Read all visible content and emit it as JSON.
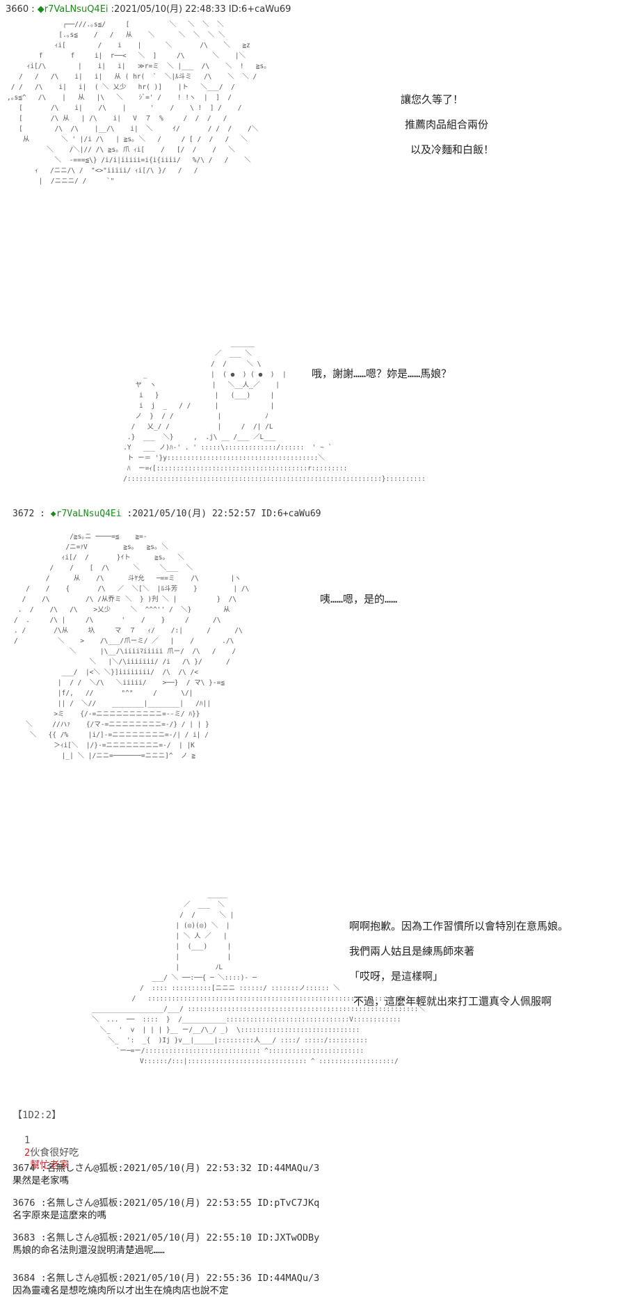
{
  "posts": [
    {
      "no": "3660",
      "name": "◆r7VaLNsuQ4Ei",
      "date": ":2021/05/10(月) 22:48:33 ID:6+caWu69"
    },
    {
      "no": "3672",
      "name": "◆r7VaLNsuQ4Ei",
      "date": ":2021/05/10(月) 22:52:57 ID:6+caWu69"
    }
  ],
  "dialogue": {
    "p1_l1": "讓您久等了！",
    "p1_l2": "推薦肉品組合兩份",
    "p1_l3": "以及冷麵和白飯！",
    "p2_l1": "哦，謝謝……嗯？妳是……馬娘？",
    "p3_l1": "咦……嗯，是的……",
    "p4_l1": "啊啊抱歉。因為工作習慣所以會特別在意馬娘。",
    "p4_l2": "我們兩人姑且是練馬師來著",
    "p4_l3": "「哎呀，是這樣啊」",
    "p4_l4": "不過，這麼年輕就出來打工還真令人佩服啊"
  },
  "vote": {
    "title": "【1D2:2】",
    "options": [
      {
        "num": "1",
        "text": "伙食很好吃"
      },
      {
        "num": "2",
        "text": "幫忙老家"
      }
    ],
    "accent": "#d22222"
  },
  "replies": [
    {
      "meta": "3674 :名無しさん@狐板:2021/05/10(月) 22:53:32 ID:44MAQu/3",
      "text": "果然是老家嗎"
    },
    {
      "meta": "3676 :名無しさん@狐板:2021/05/10(月) 22:53:55 ID:pTvC7JKq",
      "text": "名字原來是這麼來的嗎"
    },
    {
      "meta": "3683 :名無しさん@狐板:2021/05/10(月) 22:55:10 ID:JXTwODBy",
      "text": "馬娘的命名法則還沒說明清楚過呢……"
    },
    {
      "meta": "3684 :名無しさん@狐板:2021/05/10(月) 22:55:36 ID:44MAQu/3",
      "text": "因為靈魂名是想吃燒肉所以才出生在燒肉店也說不定"
    }
  ]
}
